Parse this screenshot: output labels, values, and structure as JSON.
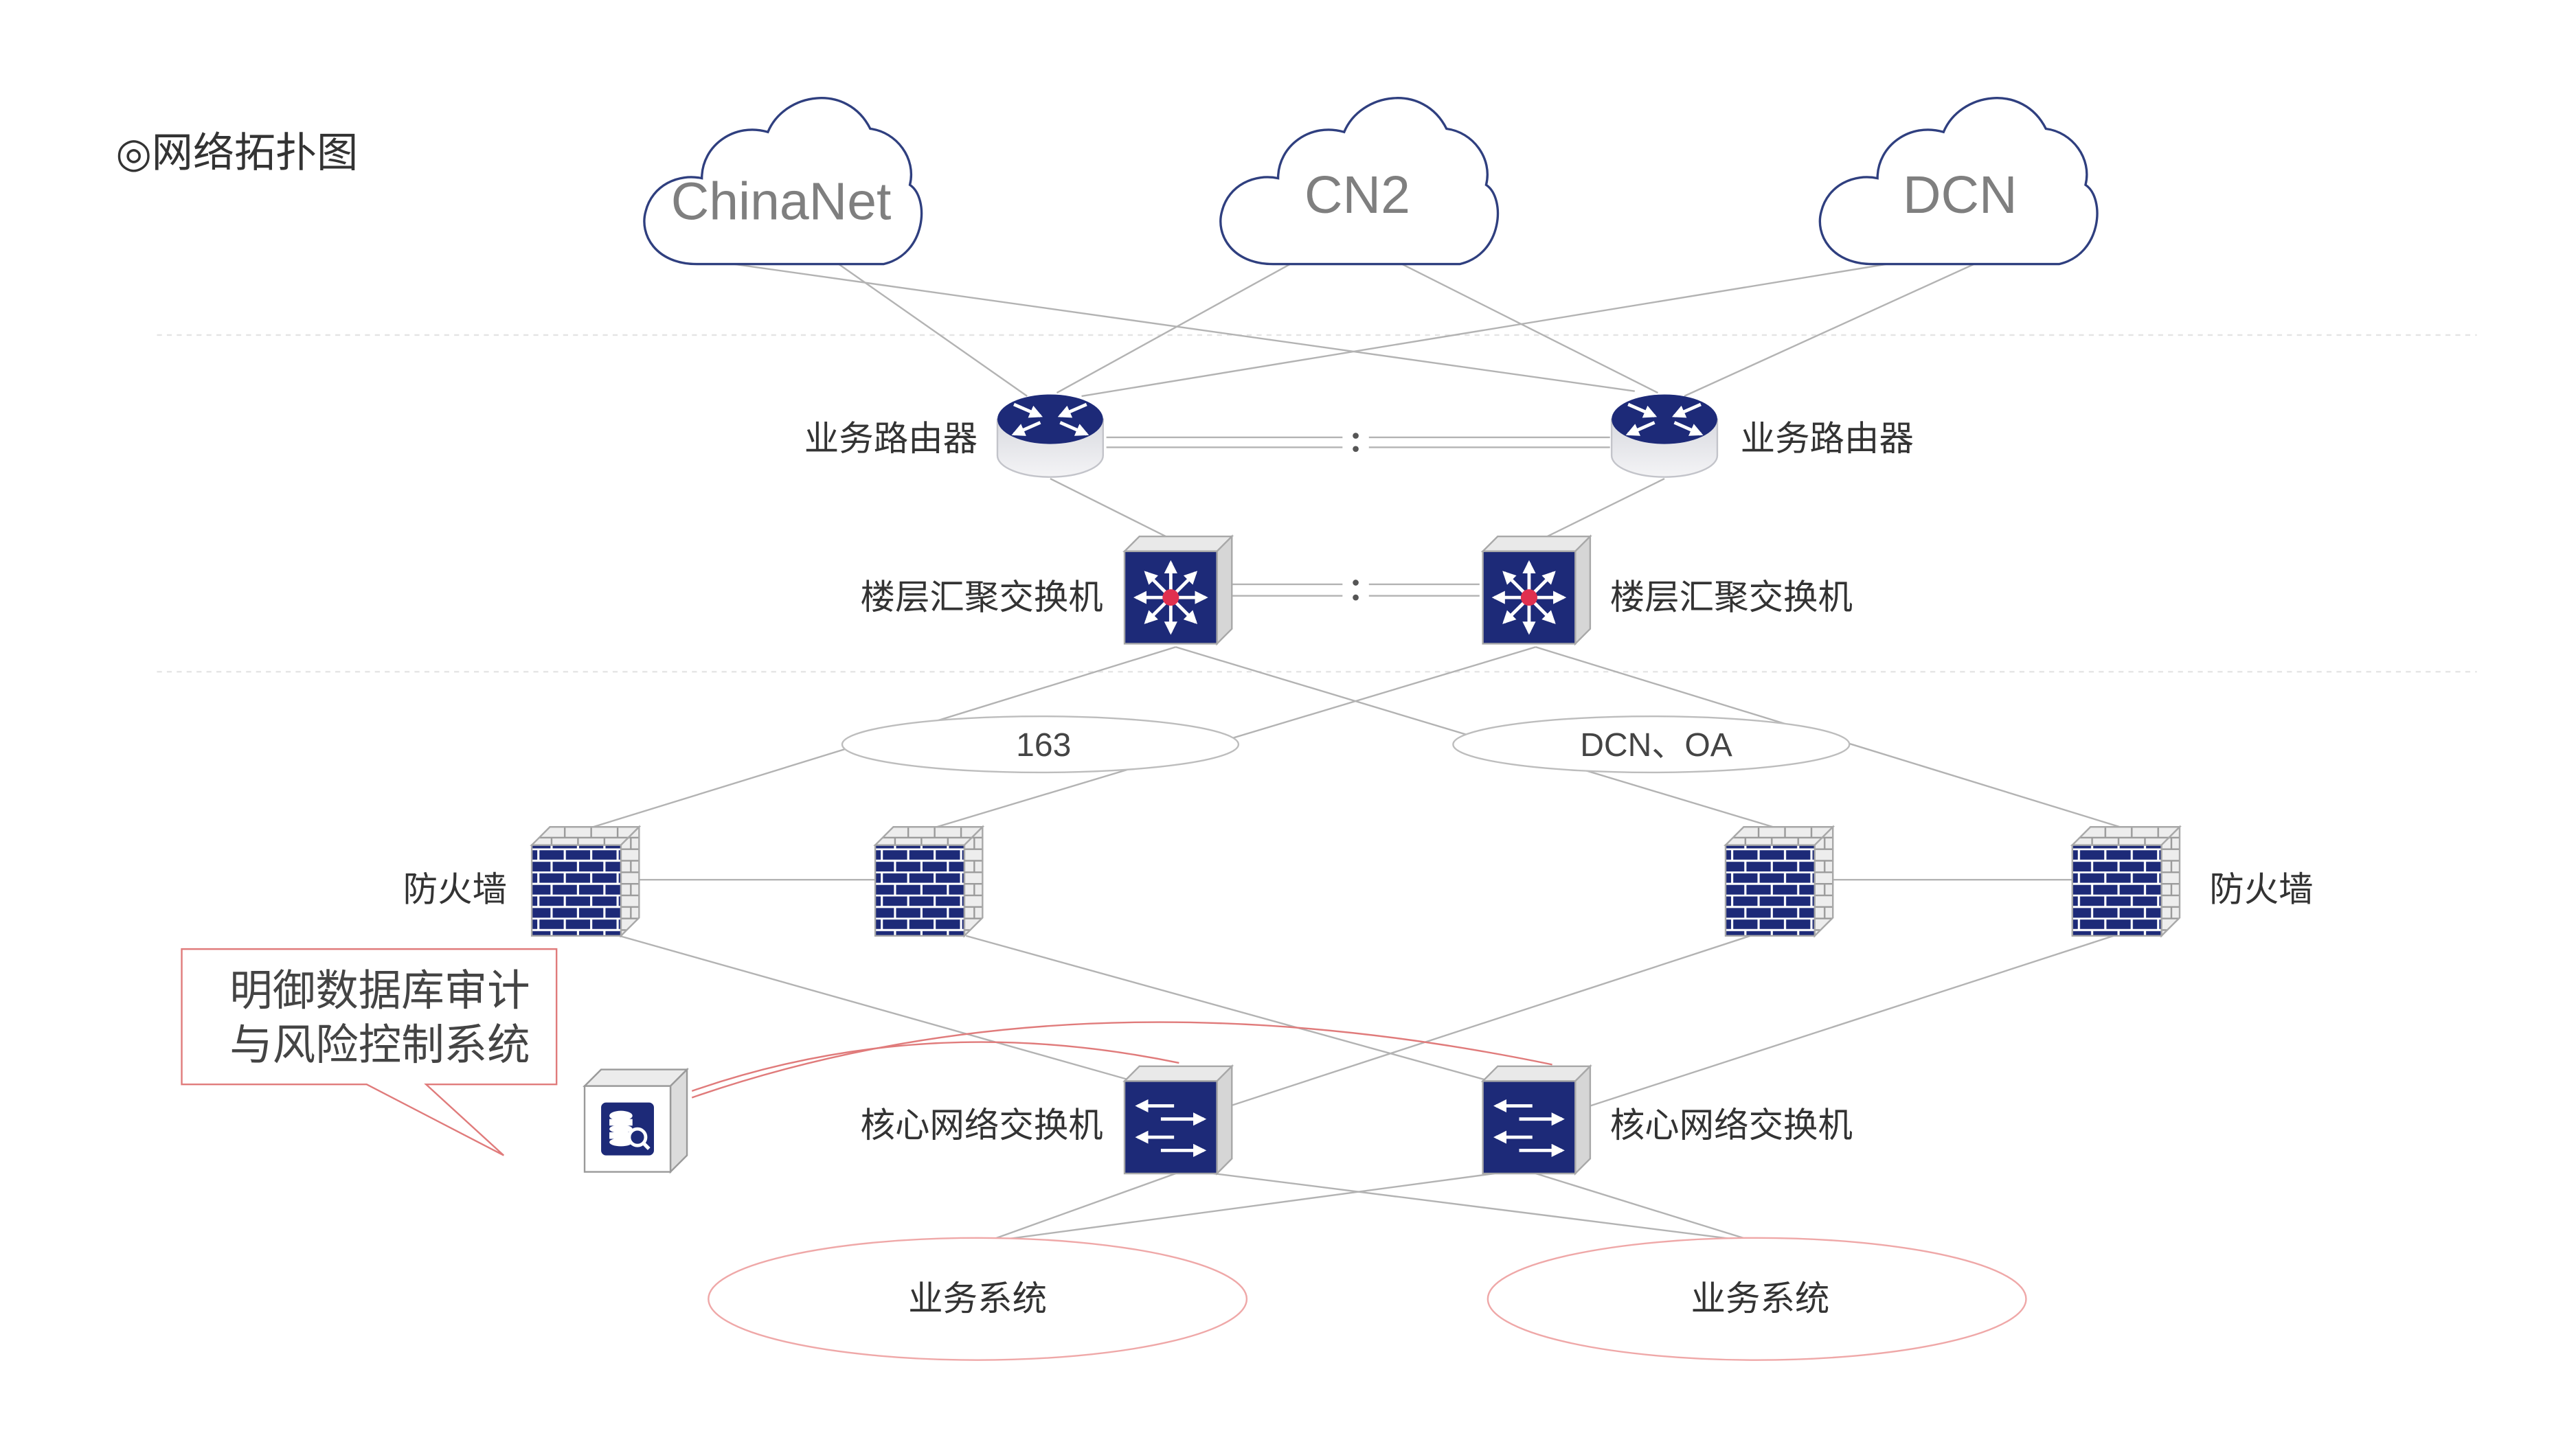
{
  "title": "◎网络拓扑图",
  "colors": {
    "navy": "#1d2a78",
    "link": "#b3b3b3",
    "cloud_stroke": "#2f3f7f",
    "accent_red": "#e0304f",
    "callout_stroke": "#e07b7b",
    "business_ellipse_stroke": "#efa8a8"
  },
  "clouds": [
    {
      "label": "ChinaNet",
      "icon": "cloud-icon"
    },
    {
      "label": "CN2",
      "icon": "cloud-icon"
    },
    {
      "label": "DCN",
      "icon": "cloud-icon"
    }
  ],
  "routers": [
    {
      "label": "业务路由器",
      "icon": "router-icon"
    },
    {
      "label": "业务路由器",
      "icon": "router-icon"
    }
  ],
  "aggregation_switches": [
    {
      "label": "楼层汇聚交换机",
      "icon": "aggregation-switch-icon"
    },
    {
      "label": "楼层汇聚交换机",
      "icon": "aggregation-switch-icon"
    }
  ],
  "networks": [
    {
      "label": "163"
    },
    {
      "label": "DCN、OA"
    }
  ],
  "firewalls": {
    "labels": [
      "防火墙",
      "防火墙"
    ],
    "icon": "firewall-icon"
  },
  "audit_system": {
    "callout": [
      "明御数据库审计",
      "与风险控制系统"
    ],
    "icon": "database-audit-icon"
  },
  "core_switches": [
    {
      "label": "核心网络交换机",
      "icon": "core-switch-icon"
    },
    {
      "label": "核心网络交换机",
      "icon": "core-switch-icon"
    }
  ],
  "business_systems": [
    {
      "label": "业务系统"
    },
    {
      "label": "业务系统"
    }
  ]
}
